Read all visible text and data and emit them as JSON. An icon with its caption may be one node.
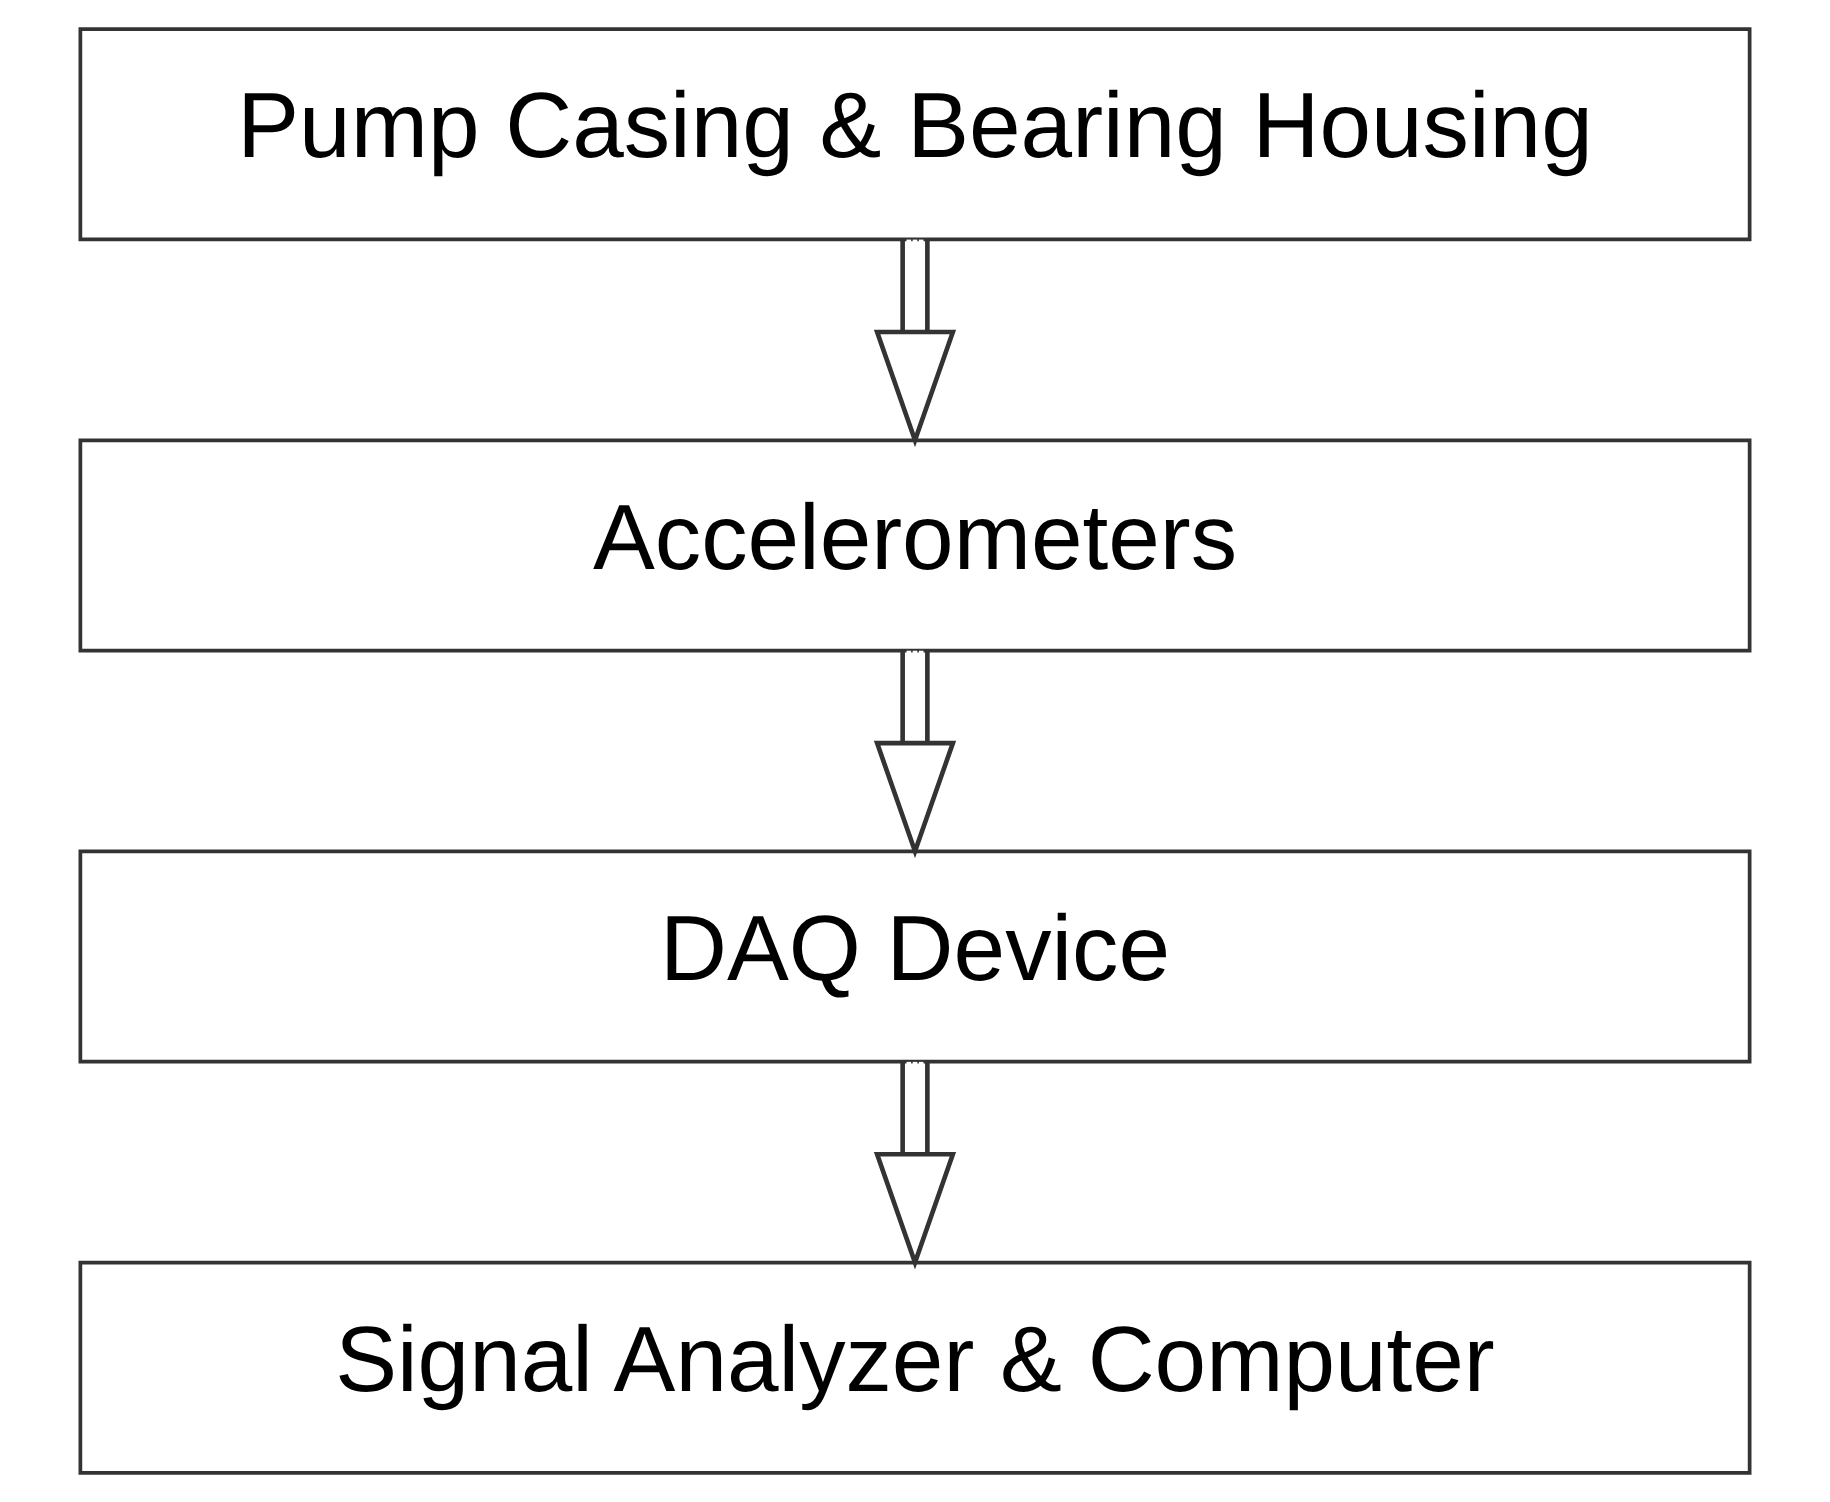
{
  "diagram": {
    "nodes": [
      {
        "text": [
          "Pump Casing & Bearing Housing"
        ]
      },
      {
        "text": [
          "Accelerometers"
        ]
      },
      {
        "text": [
          "DAQ Device"
        ]
      },
      {
        "text": [
          "Signal Analyzer & Computer"
        ]
      }
    ],
    "edges": [
      {
        "from": 0,
        "to": 1,
        "arrow": "to"
      },
      {
        "from": 1,
        "to": 2,
        "arrow": "to"
      },
      {
        "from": 2,
        "to": 3,
        "arrow": "to"
      }
    ]
  }
}
